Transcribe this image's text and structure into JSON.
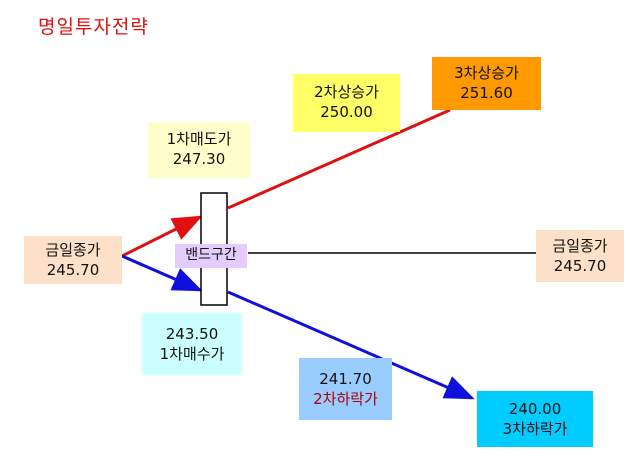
{
  "title": "명일투자전략",
  "nodes": {
    "close_left": {
      "line1": "금일종가",
      "line2": "245.70",
      "bg": "#fde0c8"
    },
    "close_right": {
      "line1": "금일종가",
      "line2": "245.70",
      "bg": "#fde0c8"
    },
    "sell1": {
      "line1": "1차매도가",
      "line2": "247.30",
      "bg": "#ffffcc"
    },
    "up2": {
      "line1": "2차상승가",
      "line2": "250.00",
      "bg": "#ffff66"
    },
    "up3": {
      "line1": "3차상승가",
      "line2": "251.60",
      "bg": "#ff9900"
    },
    "band": {
      "label": "밴드구간",
      "bg": "#e5ccff"
    },
    "buy1": {
      "line1": "243.50",
      "line2": "1차매수가",
      "bg": "#ccffff"
    },
    "down2": {
      "line1": "241.70",
      "line2": "2차하락가",
      "bg": "#99ccff",
      "line2_color": "#b00000"
    },
    "down3": {
      "line1": "240.00",
      "line2": "3차하락가",
      "bg": "#00ccff"
    }
  },
  "colors": {
    "up": "#e01010",
    "down": "#1010dd",
    "flat": "#000000"
  }
}
